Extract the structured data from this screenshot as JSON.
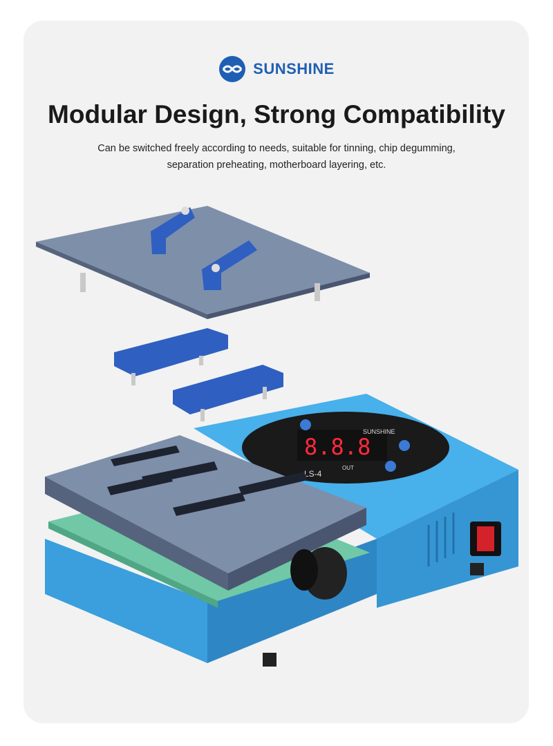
{
  "brand": {
    "name": "SUNSHINE"
  },
  "header": {
    "title": "Modular Design, Strong Compatibility",
    "subtitle_line1": "Can be switched freely according to needs, suitable for tinning, chip degumming,",
    "subtitle_line2": "separation preheating, motherboard layering, etc."
  },
  "device": {
    "display_brand": "SUNSHINE",
    "model": "LS-4",
    "display_value": "8.8.8",
    "out_label": "OUT",
    "colors": {
      "body": "#3aa3e0",
      "plate": "#6d7f9c",
      "fixture": "#2f5fc0",
      "pcb": "#6fc7a6",
      "display_red": "#ff2a3a"
    }
  }
}
